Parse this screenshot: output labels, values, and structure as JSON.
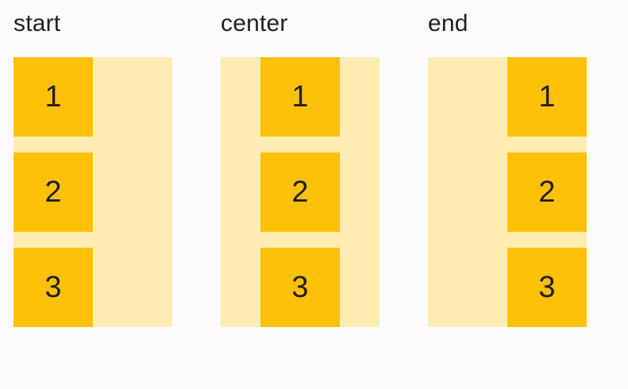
{
  "colors": {
    "background": "#fbfbfe",
    "item_fill": "#ffc107",
    "container_fill": "#ffecb3",
    "text": "#212121"
  },
  "demos": [
    {
      "label": "start",
      "alignment": "start",
      "items": [
        "1",
        "2",
        "3"
      ]
    },
    {
      "label": "center",
      "alignment": "center",
      "items": [
        "1",
        "2",
        "3"
      ]
    },
    {
      "label": "end",
      "alignment": "end",
      "items": [
        "1",
        "2",
        "3"
      ]
    }
  ]
}
